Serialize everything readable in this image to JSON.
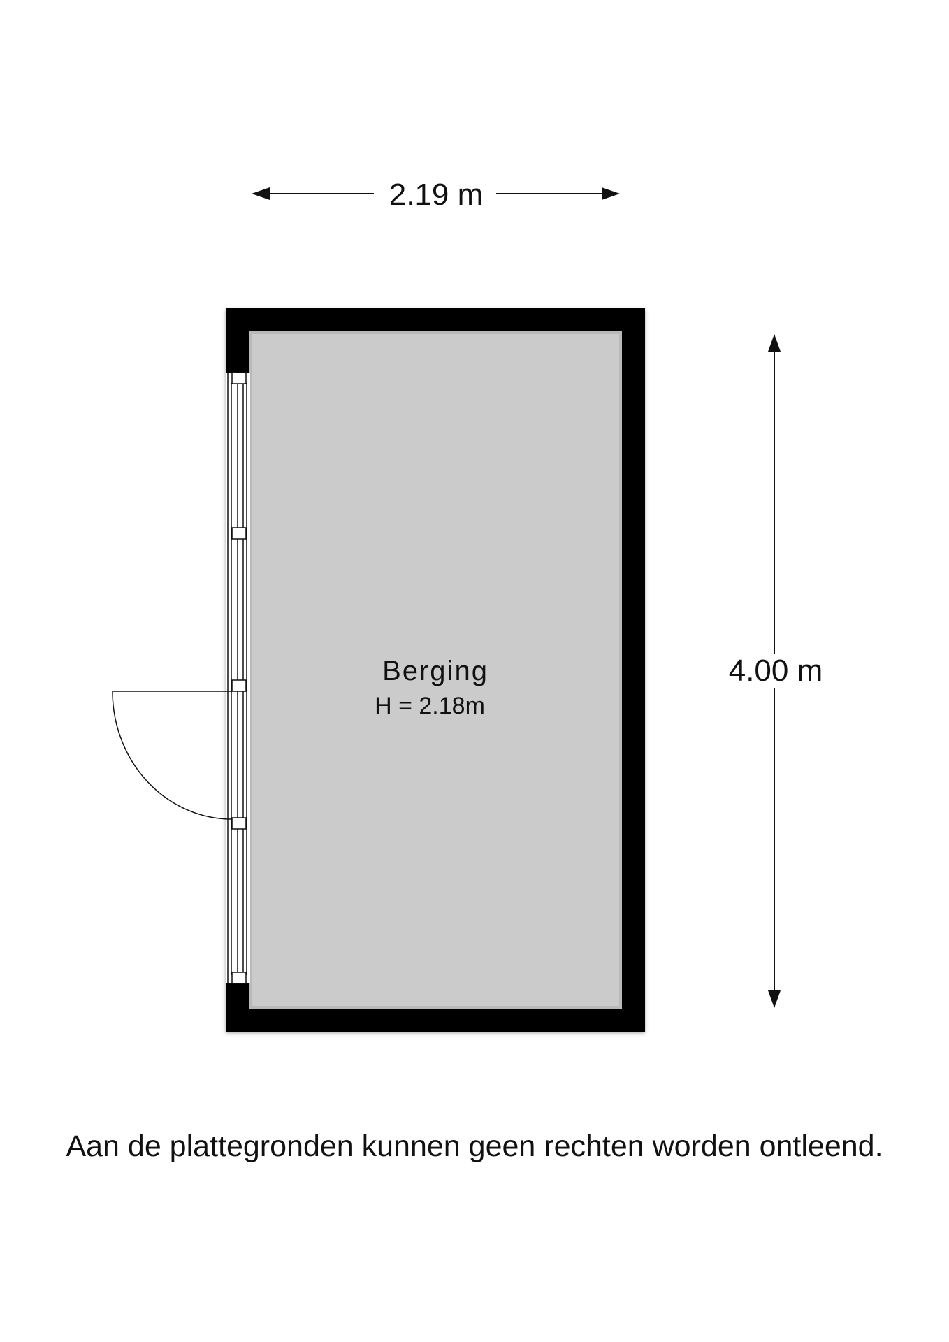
{
  "plan": {
    "width_label": "2.19 m",
    "length_label": "4.00 m",
    "room": {
      "name": "Berging",
      "height_label": "H = 2.18m"
    },
    "colors": {
      "wall": "#000000",
      "floor": "#cbcbcb",
      "window_frame": "#ffffff",
      "line": "#111111"
    }
  },
  "disclaimer": "Aan de plattegronden kunnen geen rechten worden ontleend."
}
